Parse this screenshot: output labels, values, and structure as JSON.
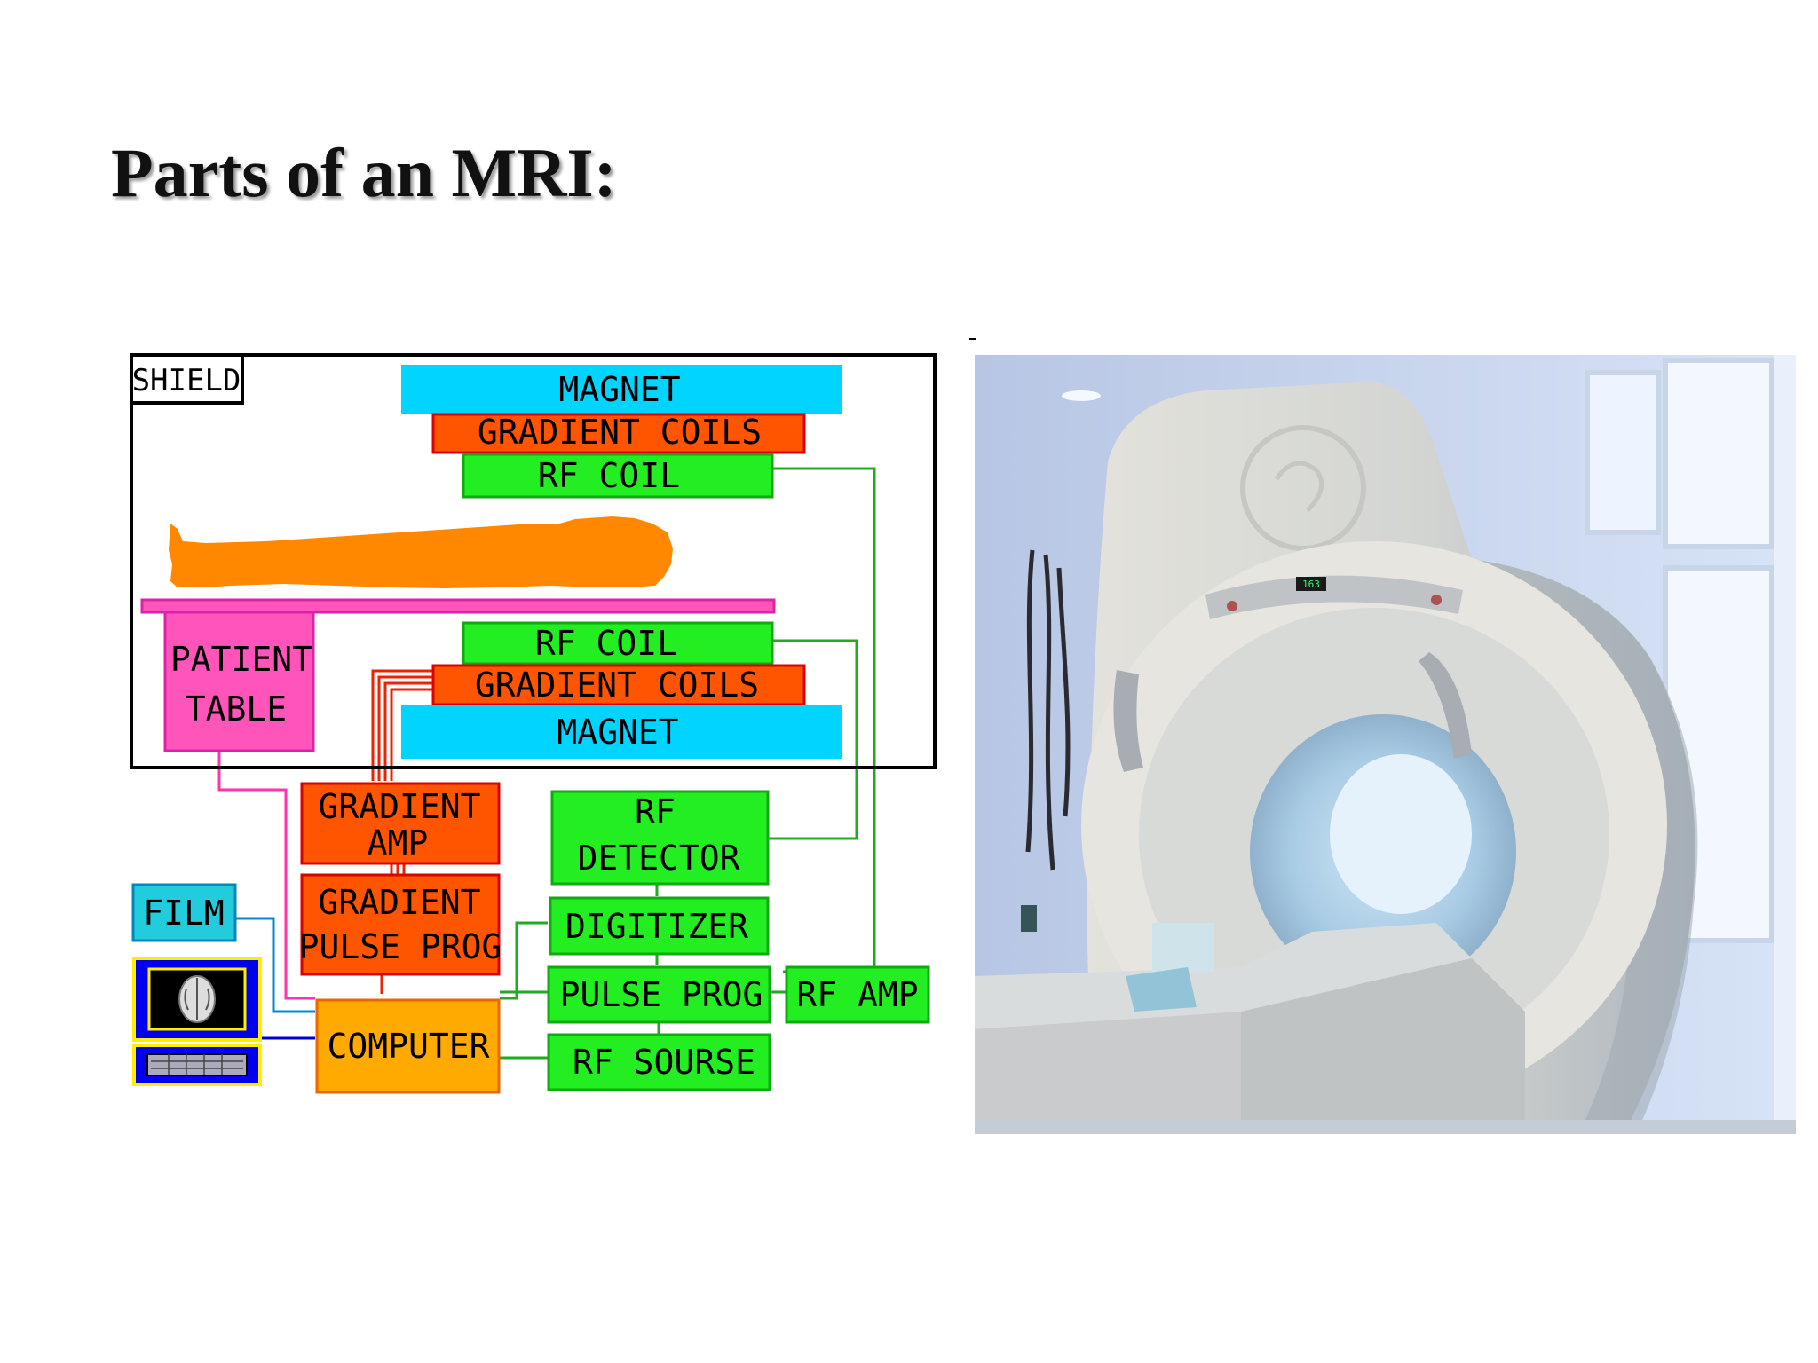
{
  "slide": {
    "title": "Parts of an MRI:"
  },
  "diagram": {
    "shield": "SHIELD",
    "magnet_top": "MAGNET",
    "gradient_coils_top": "GRADIENT COILS",
    "rf_coil_top": "RF COIL",
    "patient_table": [
      "PATIENT",
      "TABLE"
    ],
    "rf_coil_bottom": "RF COIL",
    "gradient_coils_bottom": "GRADIENT COILS",
    "magnet_bottom": "MAGNET",
    "gradient_amp": [
      "GRADIENT",
      "AMP"
    ],
    "gradient_pulse_prog": [
      "GRADIENT",
      "PULSE PROG"
    ],
    "rf_detector": [
      "RF",
      "DETECTOR"
    ],
    "digitizer": "DIGITIZER",
    "pulse_prog": "PULSE PROG",
    "rf_amp": "RF AMP",
    "rf_source": "RF SOURSE",
    "film": "FILM",
    "computer": "COMPUTER"
  },
  "colors": {
    "magnet": "#00d4ff",
    "gradient": "#ff5500",
    "rf": "#22ee22",
    "patient": "#ff8800",
    "table": "#ff55bb",
    "computer": "#ffaa00",
    "film": "#22ccdd",
    "monitor": "#0000ee"
  }
}
